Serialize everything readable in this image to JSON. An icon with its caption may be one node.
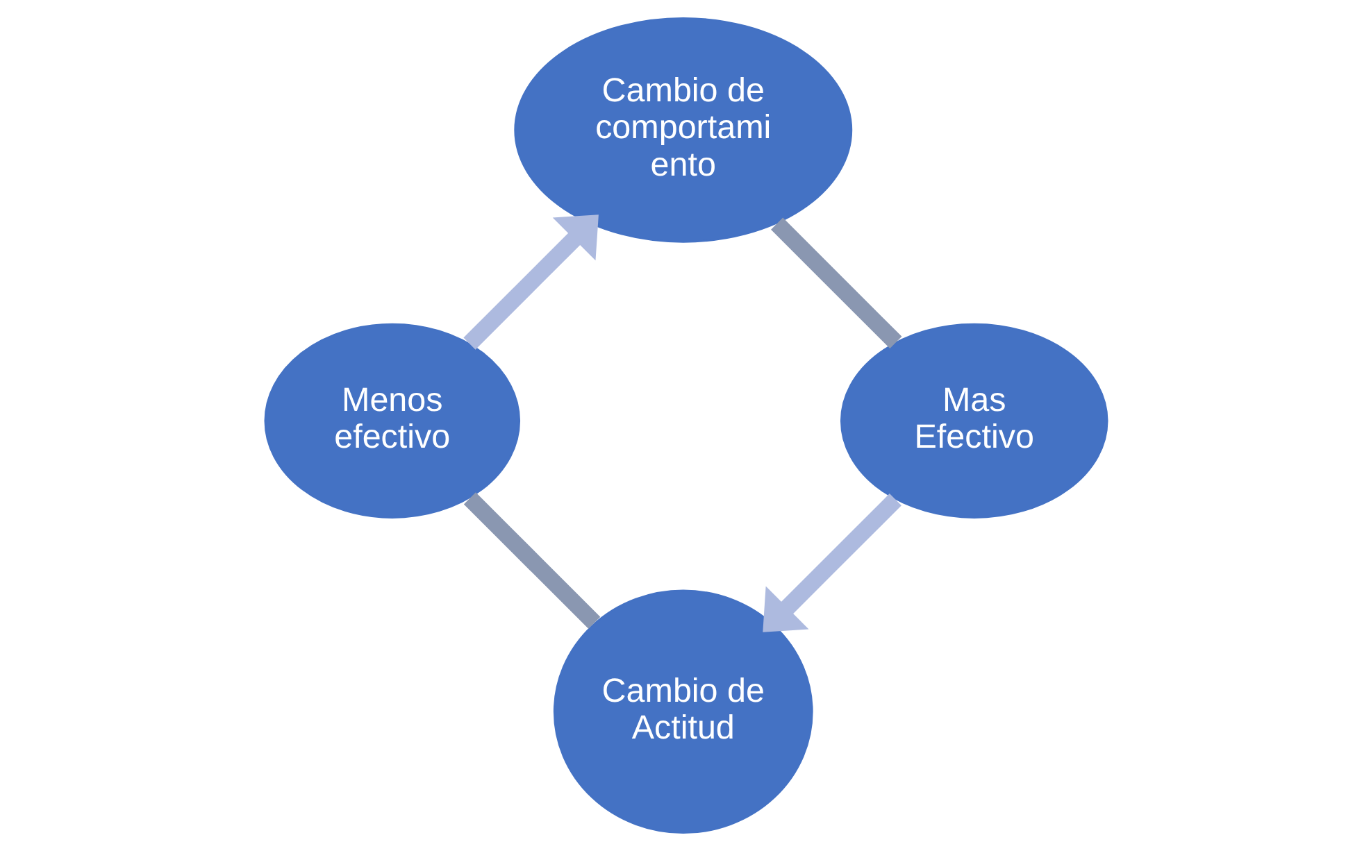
{
  "diagram": {
    "nodes": [
      {
        "text": [
          "Cambio de Actitud"
        ]
      },
      {
        "text": [
          "Mas Efectivo"
        ]
      },
      {
        "text": [
          "Menos efectivo"
        ]
      },
      {
        "text": [
          "Cambio de comportami ento"
        ]
      }
    ],
    "edges": [
      {
        "from": 1,
        "to": 0,
        "arrow": "to",
        "color": "#adbadf"
      },
      {
        "from": 0,
        "to": 2,
        "arrow": "none",
        "color": "#8a97b1"
      },
      {
        "from": 2,
        "to": 3,
        "arrow": "to",
        "color": "#adbadf"
      },
      {
        "from": 3,
        "to": 1,
        "arrow": "none",
        "color": "#8a97b1"
      }
    ]
  }
}
